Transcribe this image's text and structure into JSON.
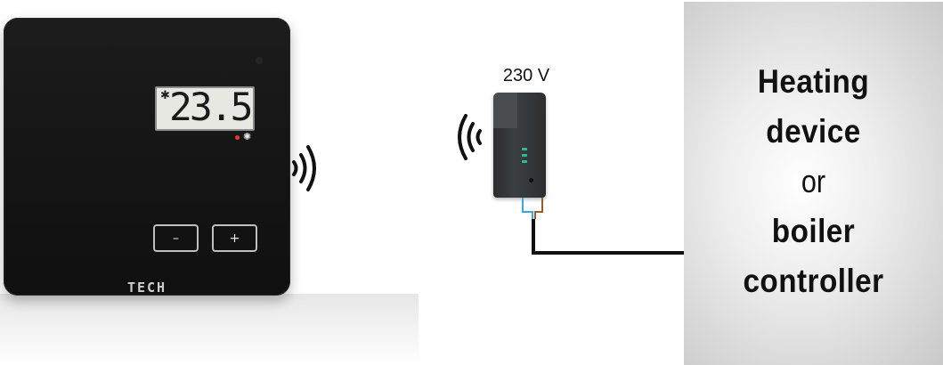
{
  "thermostat": {
    "temperature": "23.5",
    "brand": "TECH",
    "minus_label": "–",
    "plus_label": "+",
    "snow_icon": "snowflake-icon",
    "sun_icon": "sun-icon"
  },
  "receiver": {
    "voltage": "230 V"
  },
  "heating_device": {
    "line1": "Heating",
    "line2": "device",
    "line3": "or",
    "line4": "boiler",
    "line5": "controller"
  },
  "colors": {
    "thermostat_body": "#141414",
    "lcd": "#e8e8e3",
    "led_red": "#e23b2f",
    "receiver_led": "#28c08a",
    "wire_blue": "#3da5de",
    "wire_brown": "#9b5a2a",
    "cable": "#111111"
  }
}
